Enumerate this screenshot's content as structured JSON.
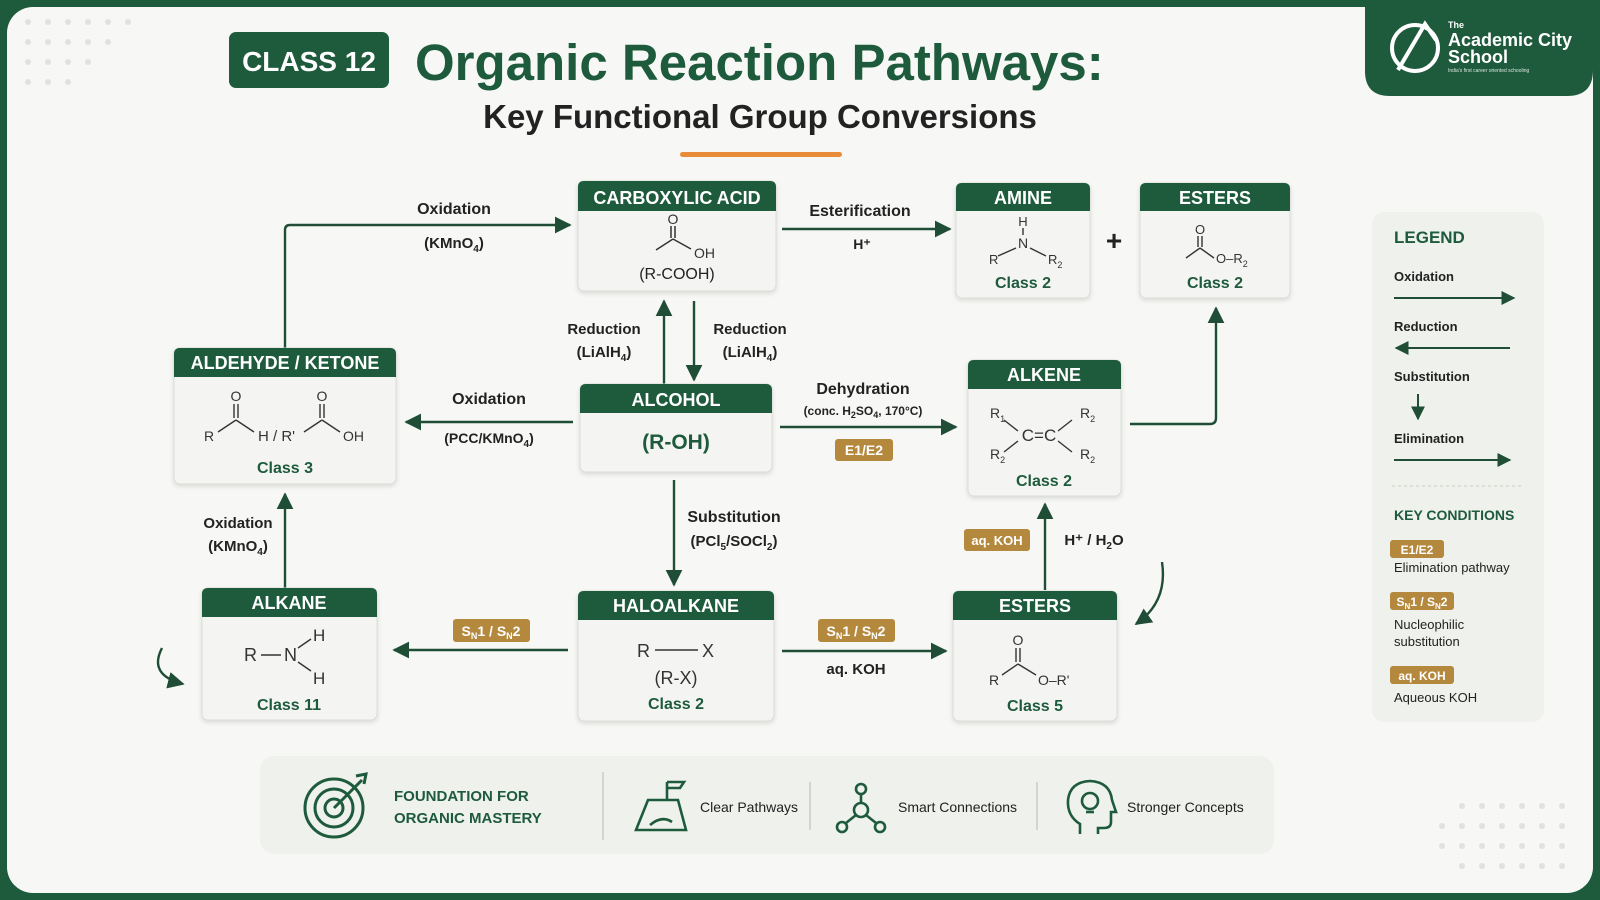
{
  "header": {
    "badge": "CLASS 12",
    "title": "Organic Reaction Pathways:",
    "subtitle": "Key Functional Group Conversions"
  },
  "logo": {
    "line1": "The",
    "line2": "Academic City",
    "line3": "School",
    "tagline": "India's first career oriented schooling"
  },
  "colors": {
    "dark_green": "#1e5a3c",
    "gold": "#b5893d",
    "orange": "#e88c3a",
    "card_bg": "#f4f5f2"
  },
  "nodes": {
    "carboxylic": {
      "title": "CARBOXYLIC ACID",
      "oh": "OH",
      "o": "O",
      "formula": "(R-COOH)"
    },
    "amine": {
      "title": "AMINE",
      "h": "H",
      "n": "N",
      "r": "R",
      "r2": "R",
      "r2sub": "2",
      "cls": "Class 2"
    },
    "esters_top": {
      "title": "ESTERS",
      "o": "O",
      "or2": "O–R",
      "r2sub": "2",
      "cls": "Class 2"
    },
    "aldehyde": {
      "title": "ALDEHYDE / KETONE",
      "o": "O",
      "r": "R",
      "h_sep": "H / R'",
      "oh": "OH",
      "cls": "Class 3"
    },
    "alcohol": {
      "title": "ALCOHOL",
      "formula": "(R-OH)"
    },
    "alkene": {
      "title": "ALKENE",
      "r1": "R",
      "r1sub": "1",
      "r2a": "R",
      "r2asub": "2",
      "r2b": "R",
      "r2bsub": "2",
      "r2c": "R",
      "r2csub": "2",
      "cc": "C=C",
      "cls": "Class 2"
    },
    "alkane": {
      "title": "ALKANE",
      "r": "R",
      "n": "N",
      "h1": "H",
      "h2": "H",
      "cls": "Class 11"
    },
    "haloalkane": {
      "title": "HALOALKANE",
      "r": "R",
      "x": "X",
      "formula": "(R-X)",
      "cls": "Class 2"
    },
    "esters_bottom": {
      "title": "ESTERS",
      "o": "O",
      "r": "R",
      "or": "O–R'",
      "cls": "Class 5"
    }
  },
  "plus": "+",
  "labels": {
    "ox_top": "Oxidation",
    "ox_top_cond": "(KMnO",
    "ox_top_sub": "4",
    "ox_top_end": ")",
    "ester": "Esterification",
    "ester_cond": "H⁺",
    "red_left": "Reduction",
    "red_left_cond": "(LiAlH",
    "red_left_sub": "4",
    "red_left_end": ")",
    "red_right": "Reduction",
    "red_right_cond": "(LiAlH",
    "red_right_sub": "4",
    "red_right_end": ")",
    "ox_mid": "Oxidation",
    "ox_mid_cond": "(PCC/KMnO",
    "ox_mid_sub": "4",
    "ox_mid_end": ")",
    "dehyd": "Dehydration",
    "dehyd_cond_a": "(conc. H",
    "dehyd_cond_sub1": "2",
    "dehyd_cond_b": "SO",
    "dehyd_cond_sub2": "4",
    "dehyd_cond_c": ", 170°C)",
    "dehyd_badge": "E1/E2",
    "subst": "Substitution",
    "subst_cond_a": "(PCl",
    "subst_cond_sub1": "5",
    "subst_cond_b": "/SOCl",
    "subst_cond_sub2": "2",
    "subst_cond_c": ")",
    "ox_low": "Oxidation",
    "ox_low_cond": "(KMnO",
    "ox_low_sub": "4",
    "ox_low_end": ")",
    "sn_left_a": "S",
    "sn_left_b": "N",
    "sn_left_c": "1 / S",
    "sn_left_d": "N",
    "sn_left_e": "2",
    "sn_right_a": "S",
    "sn_right_b": "N",
    "sn_right_c": "1 / S",
    "sn_right_d": "N",
    "sn_right_e": "2",
    "aq_koh_cond": "aq. KOH",
    "aq_koh_badge": "aq. KOH",
    "h_h2o_a": "H⁺ / H",
    "h_h2o_sub": "2",
    "h_h2o_b": "O"
  },
  "legend": {
    "title": "LEGEND",
    "oxidation": "Oxidation",
    "reduction": "Reduction",
    "substitution": "Substitution",
    "elimination": "Elimination",
    "key_title": "KEY CONDITIONS",
    "k1_badge": "E1/E2",
    "k1_text": "Elimination pathway",
    "k2_badge_a": "S",
    "k2_badge_b": "N",
    "k2_badge_c": "1 / S",
    "k2_badge_d": "N",
    "k2_badge_e": "2",
    "k2_text1": "Nucleophilic",
    "k2_text2": "substitution",
    "k3_badge": "aq. KOH",
    "k3_text": "Aqueous KOH"
  },
  "footer": {
    "f1_line1": "FOUNDATION FOR",
    "f1_line2": "ORGANIC MASTERY",
    "f2": "Clear Pathways",
    "f3": "Smart Connections",
    "f4": "Stronger Concepts"
  }
}
